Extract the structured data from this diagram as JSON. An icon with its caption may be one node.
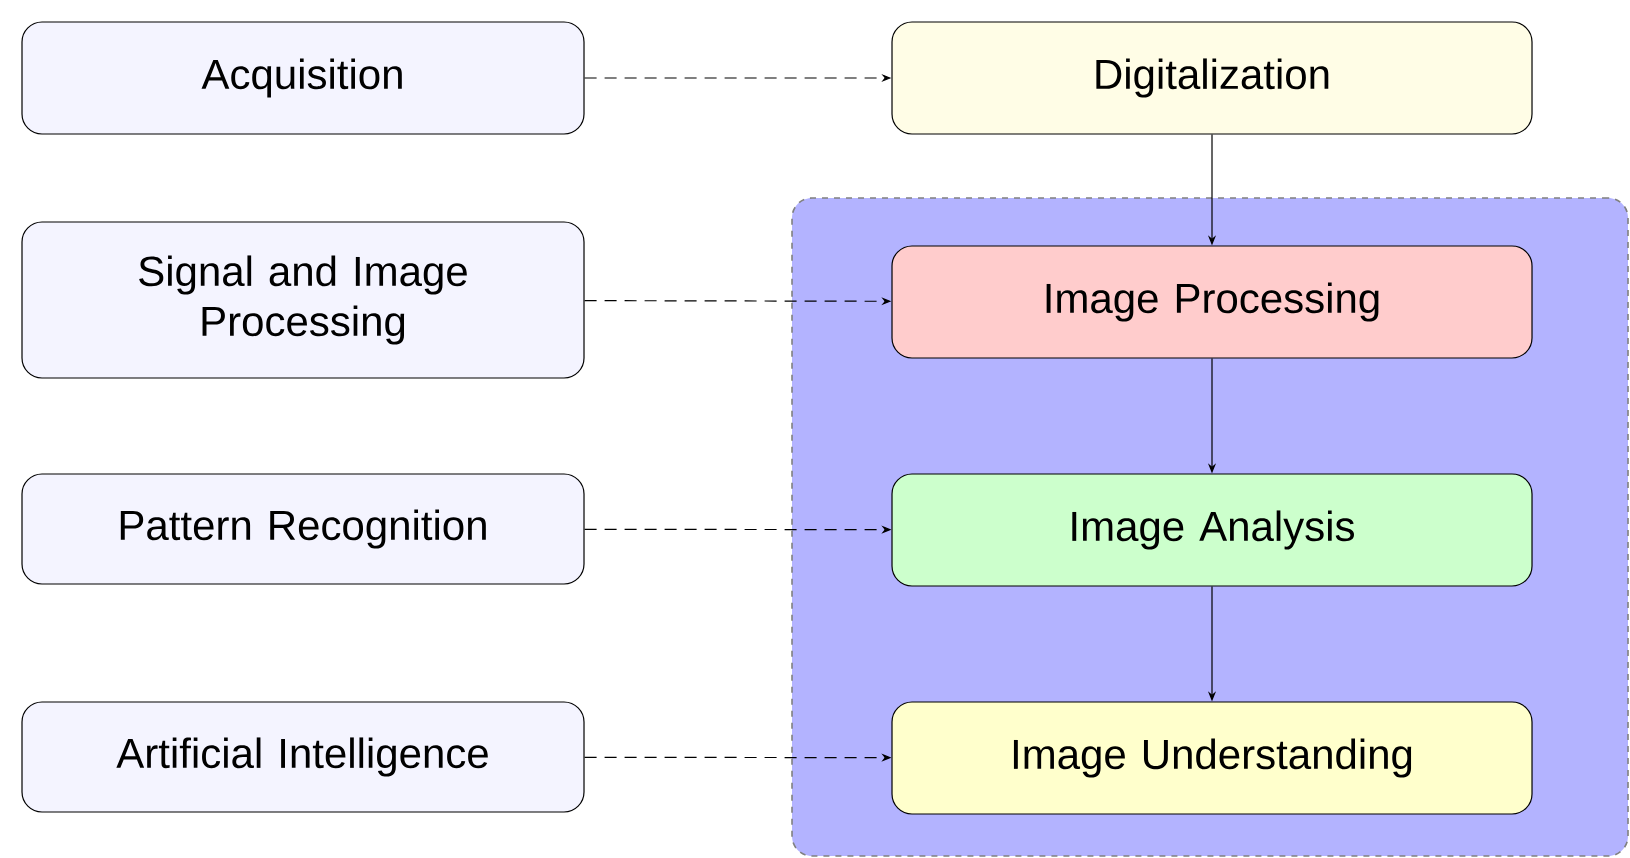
{
  "diagram": {
    "nodes": [
      {
        "text": [
          "Acquisition"
        ]
      },
      {
        "text": [
          "Digitalization"
        ]
      },
      {
        "text": [
          "Signal and Image Processing"
        ]
      },
      {
        "text": [],
        "shape": "box"
      },
      {
        "text": [
          "Image Processing"
        ],
        "in": 3
      },
      {
        "text": [
          "Pattern Recognition"
        ]
      },
      {
        "text": [
          "Image Analysis"
        ],
        "in": 3
      },
      {
        "text": [
          "Artificial Intelligence"
        ]
      },
      {
        "text": [
          "Image Understanding"
        ],
        "in": 3
      }
    ],
    "edges": [
      {
        "from": 0,
        "to": 1,
        "arrow": "to",
        "style": "dashed"
      },
      {
        "from": 1,
        "to": 4,
        "arrow": "to"
      },
      {
        "from": 2,
        "to": 4,
        "arrow": "to",
        "style": "dashed"
      },
      {
        "from": 4,
        "to": 6,
        "arrow": "to"
      },
      {
        "from": 5,
        "to": 6,
        "arrow": "to",
        "style": "dashed"
      },
      {
        "from": 6,
        "to": 8,
        "arrow": "to"
      },
      {
        "from": 7,
        "to": 8,
        "arrow": "to",
        "style": "dashed"
      }
    ]
  }
}
